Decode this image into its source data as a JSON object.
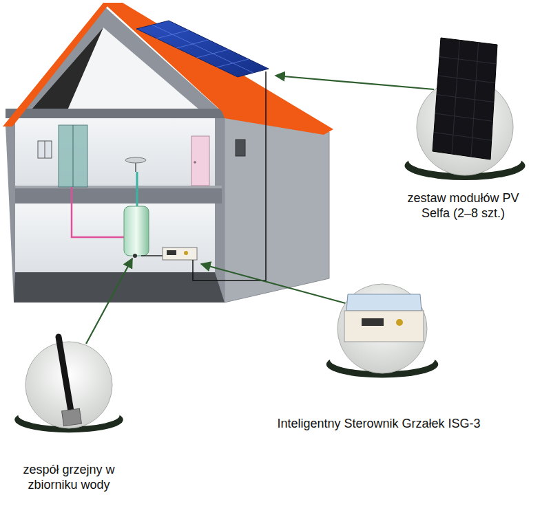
{
  "diagram": {
    "nodes": [
      {
        "text": [
          "zestaw modułów PV Selfa (2–8 szt.)"
        ]
      },
      {
        "text": [
          "Inteligentny Sterownik Grzałek ISG-3"
        ]
      },
      {
        "text": [
          "zespół grzejny w zbiorniku wody"
        ]
      }
    ]
  }
}
